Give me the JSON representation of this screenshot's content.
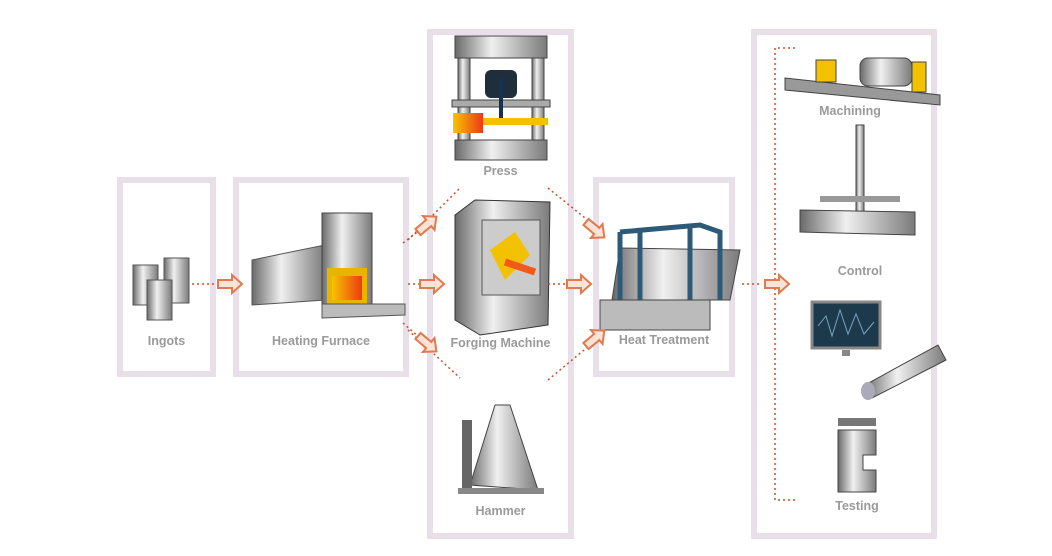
{
  "stages": {
    "ingots": "Ingots",
    "heating_furnace": "Heating Furnace",
    "press": "Press",
    "forging_machine": "Forging Machine",
    "hammer": "Hammer",
    "heat_treatment": "Heat Treatment",
    "machining": "Machining",
    "control": "Control",
    "testing": "Testing"
  },
  "colors": {
    "box_border": "#e8dfe9",
    "arrow": "#e8906a",
    "dotted_line": "#c8502a",
    "label": "#9a9a9a",
    "accent_yellow": "#f2c200",
    "hot_orange": "#f05a1a"
  }
}
